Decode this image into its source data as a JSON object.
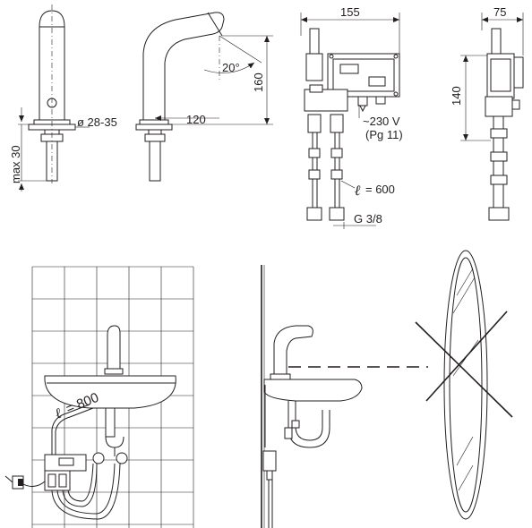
{
  "dimensions": {
    "height_max": "max 30",
    "hole_diameter": "ø 28-35",
    "spout_reach": "120",
    "spout_height": "160",
    "sensor_angle": "20°",
    "box_width": "155",
    "box_depth": "75",
    "box_height": "140",
    "voltage": "~230 V",
    "gland": "(Pg 11)",
    "hose_length": "= 600",
    "hose_symbol": "ℓ",
    "thread": "G 3/8",
    "cable_length": "= 800",
    "cable_symbol": "ℓ"
  }
}
